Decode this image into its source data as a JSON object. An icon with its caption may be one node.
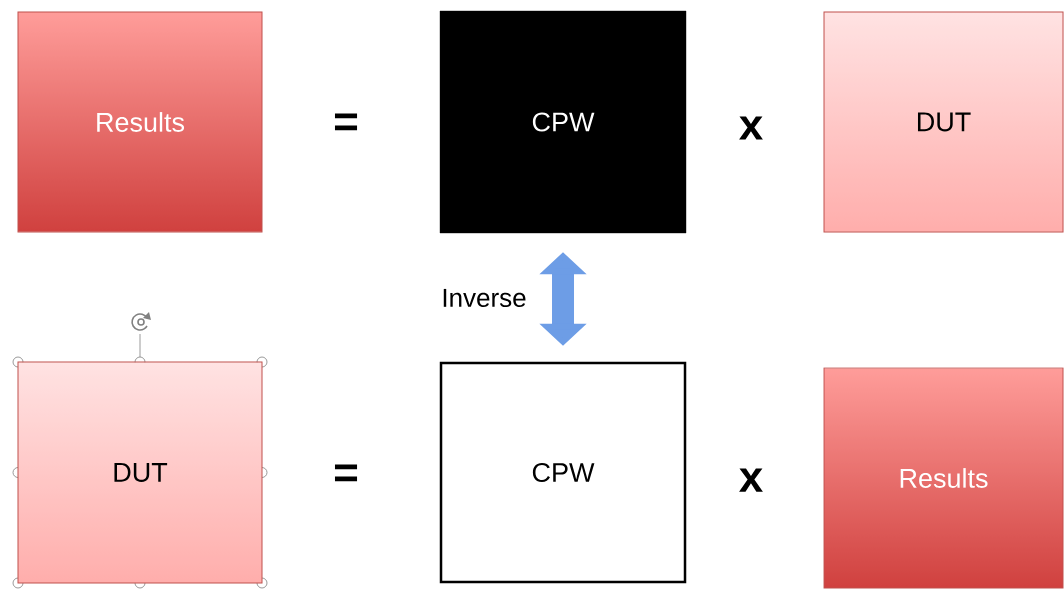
{
  "diagram": {
    "nodes": [
      {
        "text": [
          "Results"
        ]
      },
      {
        "text": [
          "CPW"
        ]
      },
      {
        "text": [
          "DUT"
        ]
      },
      {
        "text": [
          "DUT"
        ]
      },
      {
        "text": [
          "CPW"
        ]
      },
      {
        "text": [
          "Results"
        ]
      }
    ],
    "edges": [
      {
        "from": 1,
        "to": 4,
        "arrow": "both",
        "label": "Inverse"
      }
    ],
    "labels": [
      "=",
      "x",
      "=",
      "x"
    ]
  }
}
